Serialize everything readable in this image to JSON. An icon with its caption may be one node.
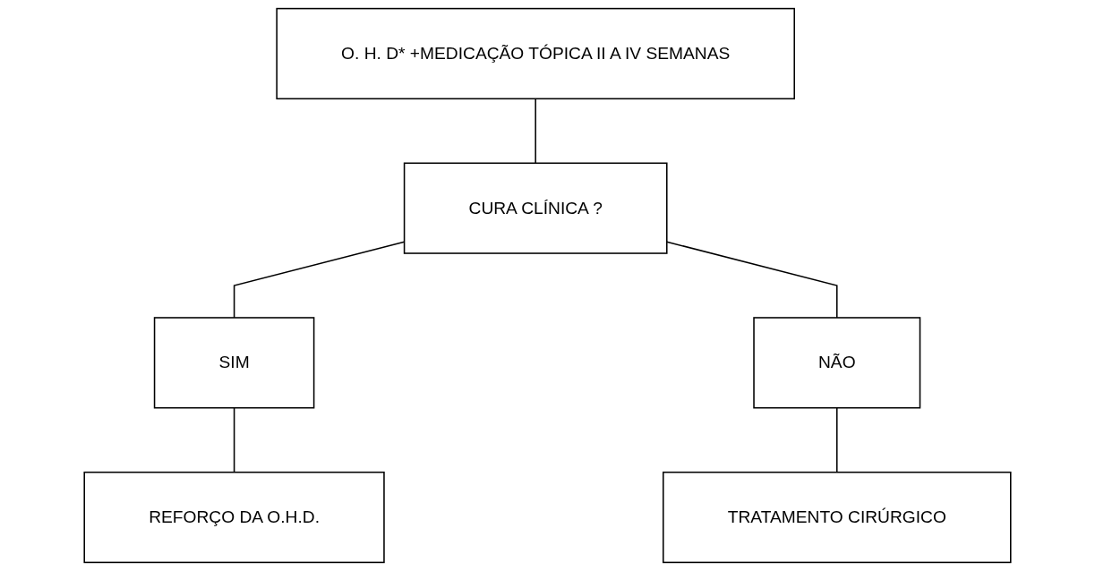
{
  "diagram": {
    "nodes": [
      {
        "text": [
          "O. H. D* +MEDICAÇÃO TÓPICA II A IV SEMANAS"
        ]
      },
      {
        "text": [
          "CURA CLÍNICA ?"
        ]
      },
      {
        "text": [
          "SIM"
        ]
      },
      {
        "text": [
          "NÃO"
        ]
      },
      {
        "text": [
          "REFORÇO DA O.H.D."
        ]
      },
      {
        "text": [
          "TRATAMENTO CIRÚRGICO"
        ]
      }
    ],
    "edges": [
      {
        "from": 0,
        "to": 1,
        "arrow": "none"
      },
      {
        "from": 1,
        "to": 2,
        "arrow": "none"
      },
      {
        "from": 1,
        "to": 3,
        "arrow": "none"
      },
      {
        "from": 2,
        "to": 4,
        "arrow": "none"
      },
      {
        "from": 3,
        "to": 5,
        "arrow": "none"
      }
    ]
  }
}
